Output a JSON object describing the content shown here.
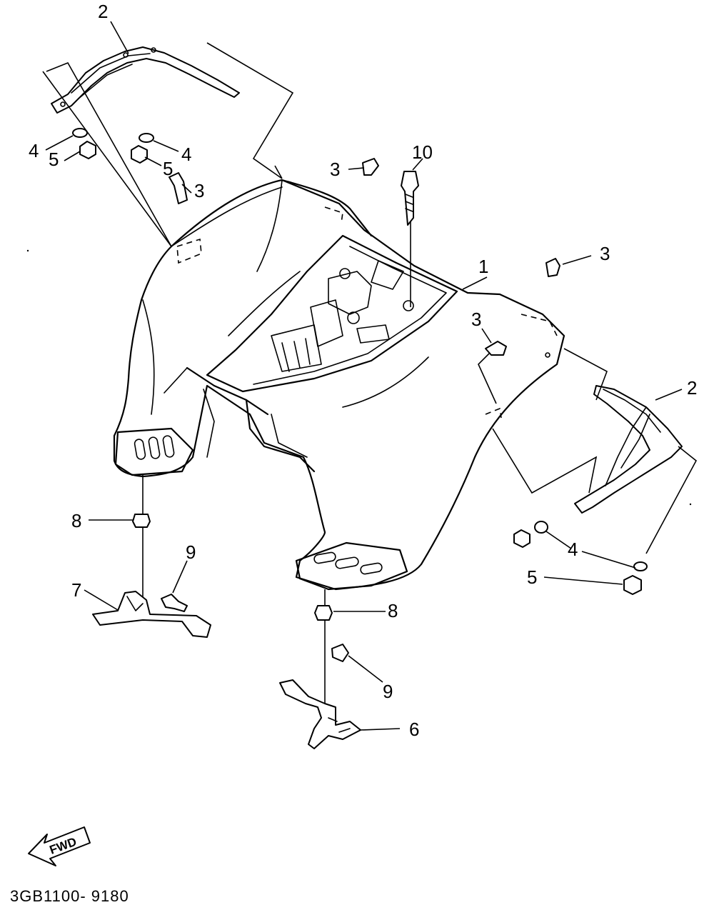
{
  "diagram": {
    "drawing_code": "3GB1100- 9180",
    "fwd_label": "FWD",
    "callouts": {
      "part_1": "1",
      "part_2_top": "2",
      "part_2_right": "2",
      "part_3_a": "3",
      "part_3_b": "3",
      "part_3_c": "3",
      "part_3_d": "3",
      "part_4_a": "4",
      "part_4_b": "4",
      "part_4_c": "4",
      "part_5_a": "5",
      "part_5_b": "5",
      "part_5_c": "5",
      "part_6": "6",
      "part_7": "7",
      "part_8_a": "8",
      "part_8_b": "8",
      "part_9_a": "9",
      "part_9_b": "9",
      "part_10": "10"
    }
  }
}
